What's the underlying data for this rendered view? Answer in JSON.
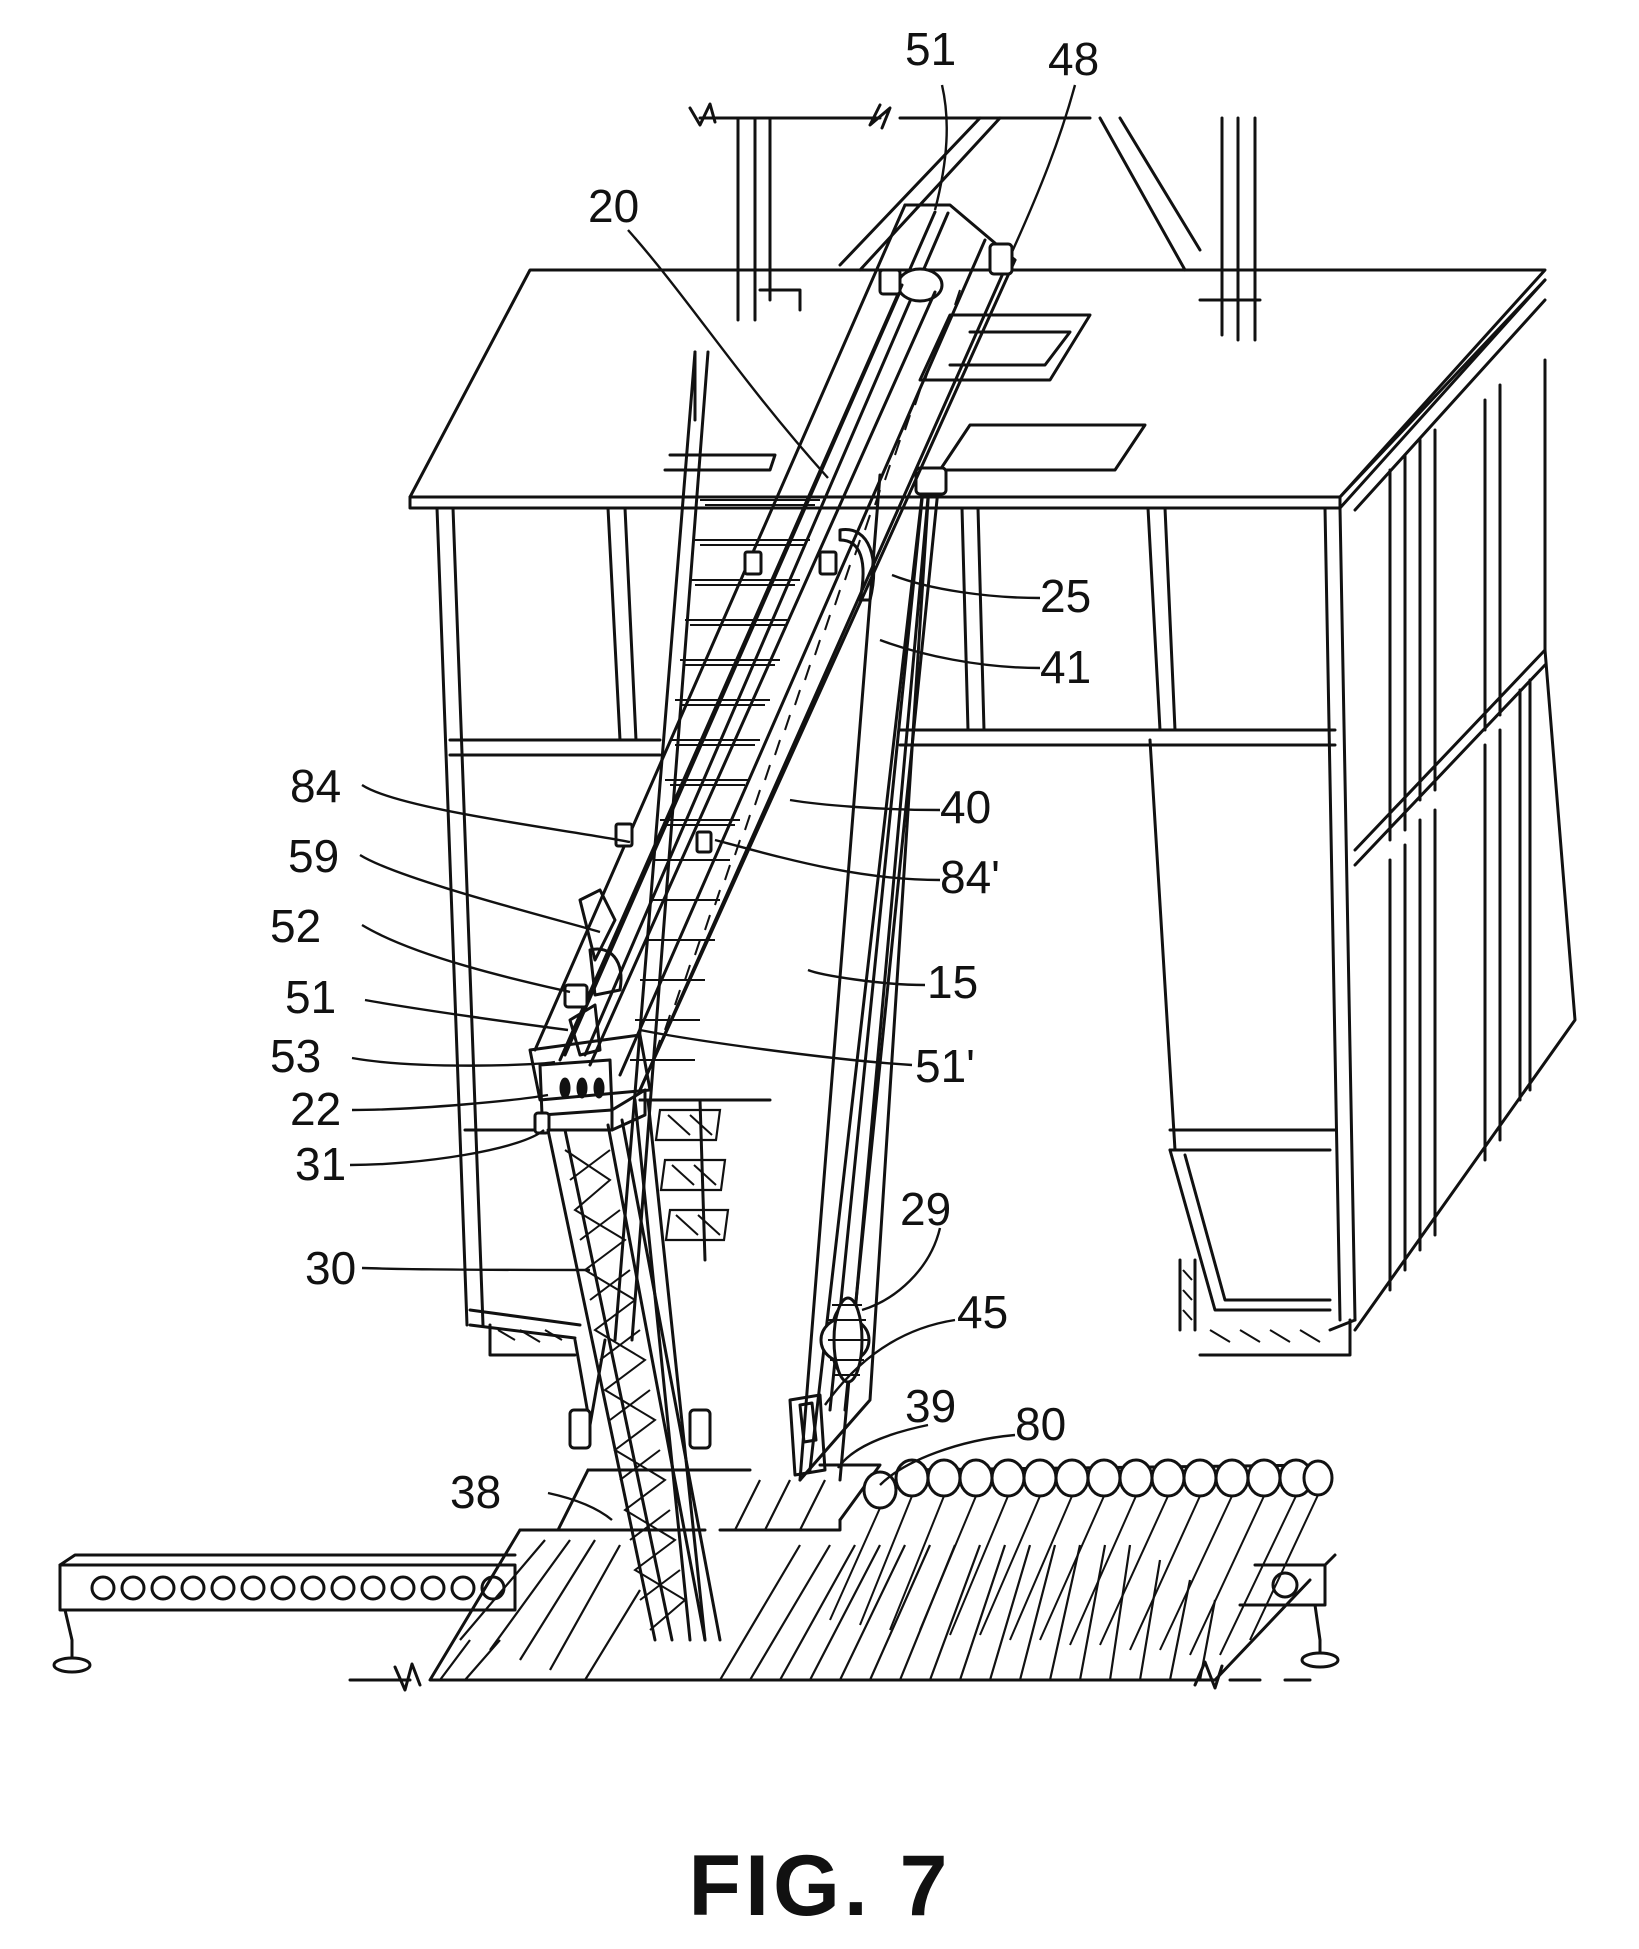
{
  "figure": {
    "caption": "FIG. 7"
  },
  "reference_labels": {
    "r51_top": "51",
    "r48": "48",
    "r20": "20",
    "r25": "25",
    "r41": "41",
    "r84": "84",
    "r40": "40",
    "r59": "59",
    "r84p": "84'",
    "r52": "52",
    "r15": "15",
    "r51_mid": "51",
    "r53": "53",
    "r51p": "51'",
    "r22": "22",
    "r31": "31",
    "r29": "29",
    "r30": "30",
    "r45": "45",
    "r39": "39",
    "r80": "80",
    "r38": "38"
  }
}
